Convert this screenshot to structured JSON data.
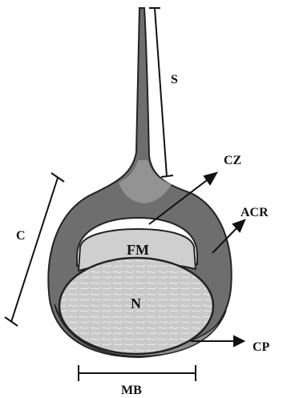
{
  "labels": {
    "s": "S",
    "cz": "CZ",
    "acr": "ACR",
    "c": "C",
    "fm": "FM",
    "n": "N",
    "cp": "CP",
    "mb": "MB"
  },
  "colors": {
    "outer_shell": "#6e6e6e",
    "shell_stroke": "#222222",
    "neck_highlight": "#9a9a9a",
    "fm_fill": "#cfcfcf",
    "cz_fill": "#ffffff",
    "nucleus_fill": "#c9c9c9",
    "cp_fill": "#8c8c8c",
    "ink": "#111111"
  }
}
